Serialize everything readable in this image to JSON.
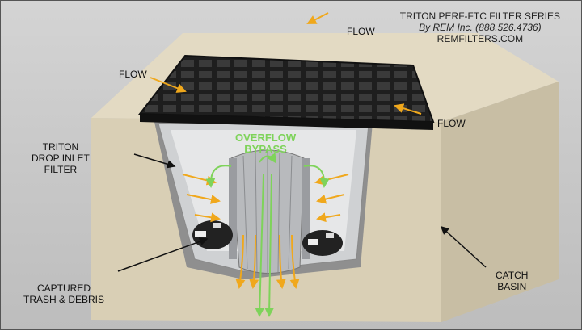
{
  "header": {
    "series": "TRITON PERF-FTC  FILTER SERIES",
    "company": "By REM Inc.  (888.526.4736)",
    "website": "REMFILTERS.COM"
  },
  "labels": {
    "flow_top": "FLOW",
    "flow_left": "FLOW",
    "flow_right": "FLOW",
    "filter": [
      "TRITON",
      "DROP INLET",
      "FILTER"
    ],
    "overflow": [
      "OVERFLOW",
      "BYPASS"
    ],
    "debris": [
      "CAPTURED",
      "TRASH & DEBRIS"
    ],
    "basin": [
      "CATCH",
      "BASIN"
    ]
  },
  "colors": {
    "concrete": "#d9cfb5",
    "grate": "#2a2a2a",
    "arrow_orange": "#f0a81c",
    "arrow_green": "#7ed35a",
    "filter": "#cfd1d3"
  }
}
